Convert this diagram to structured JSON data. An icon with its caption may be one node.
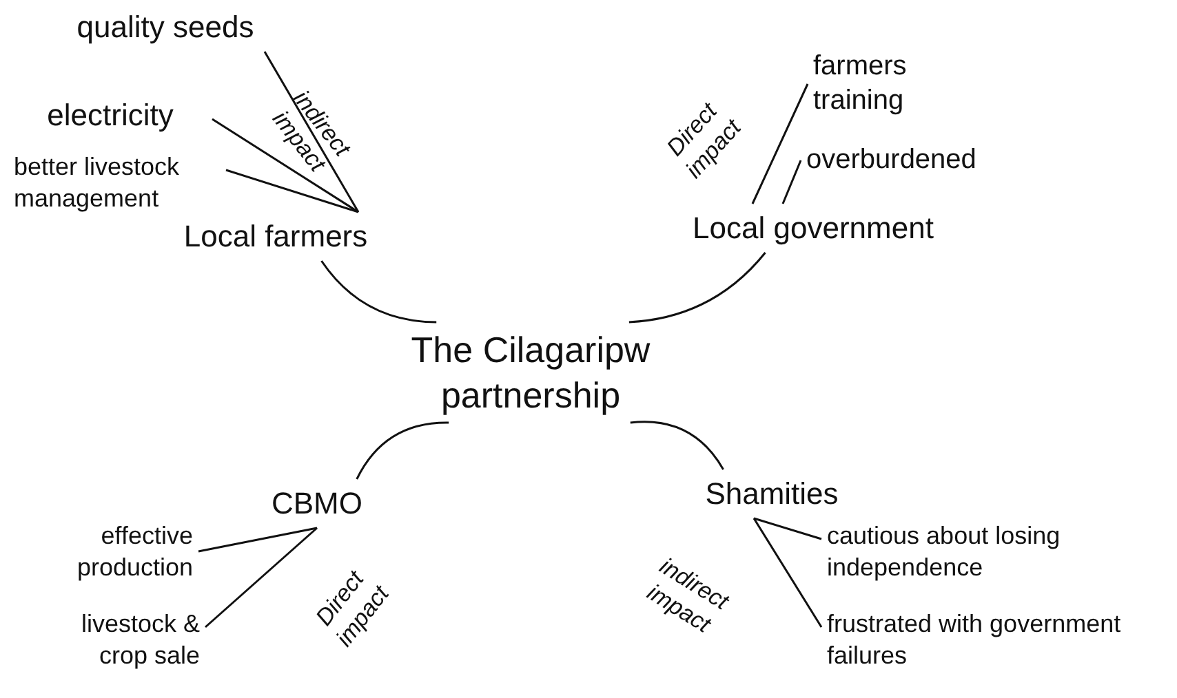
{
  "diagram": {
    "nodes": [
      {
        "text": [
          "The Cilagaripw partnership"
        ]
      },
      {
        "text": [
          "Local farmers"
        ]
      },
      {
        "text": [
          "Local government"
        ]
      },
      {
        "text": [
          "CBMO"
        ]
      },
      {
        "text": [
          "Shamities"
        ]
      },
      {
        "text": [
          "quality seeds"
        ]
      },
      {
        "text": [
          "electricity"
        ]
      },
      {
        "text": [
          "better livestock management"
        ]
      },
      {
        "text": [
          "farmers training"
        ]
      },
      {
        "text": [
          "overburdened"
        ]
      },
      {
        "text": [
          "effective production"
        ]
      },
      {
        "text": [
          "livestock & crop sale"
        ]
      },
      {
        "text": [
          "cautious about losing independence"
        ]
      },
      {
        "text": [
          "frustrated with government failures"
        ]
      }
    ],
    "edges": [
      {
        "from": 0,
        "to": 1,
        "arrow": "none"
      },
      {
        "from": 0,
        "to": 2,
        "arrow": "none"
      },
      {
        "from": 0,
        "to": 3,
        "arrow": "none"
      },
      {
        "from": 0,
        "to": 4,
        "arrow": "none"
      },
      {
        "from": 1,
        "to": 5,
        "arrow": "none"
      },
      {
        "from": 1,
        "to": 6,
        "arrow": "none"
      },
      {
        "from": 1,
        "to": 7,
        "arrow": "none"
      },
      {
        "from": 2,
        "to": 8,
        "arrow": "none"
      },
      {
        "from": 2,
        "to": 9,
        "arrow": "none"
      },
      {
        "from": 3,
        "to": 10,
        "arrow": "none"
      },
      {
        "from": 3,
        "to": 11,
        "arrow": "none"
      },
      {
        "from": 4,
        "to": 12,
        "arrow": "none"
      },
      {
        "from": 4,
        "to": 13,
        "arrow": "none"
      }
    ],
    "labels": [
      "indirect impact",
      "Direct impact",
      "Direct impact",
      "indirect impact"
    ]
  }
}
